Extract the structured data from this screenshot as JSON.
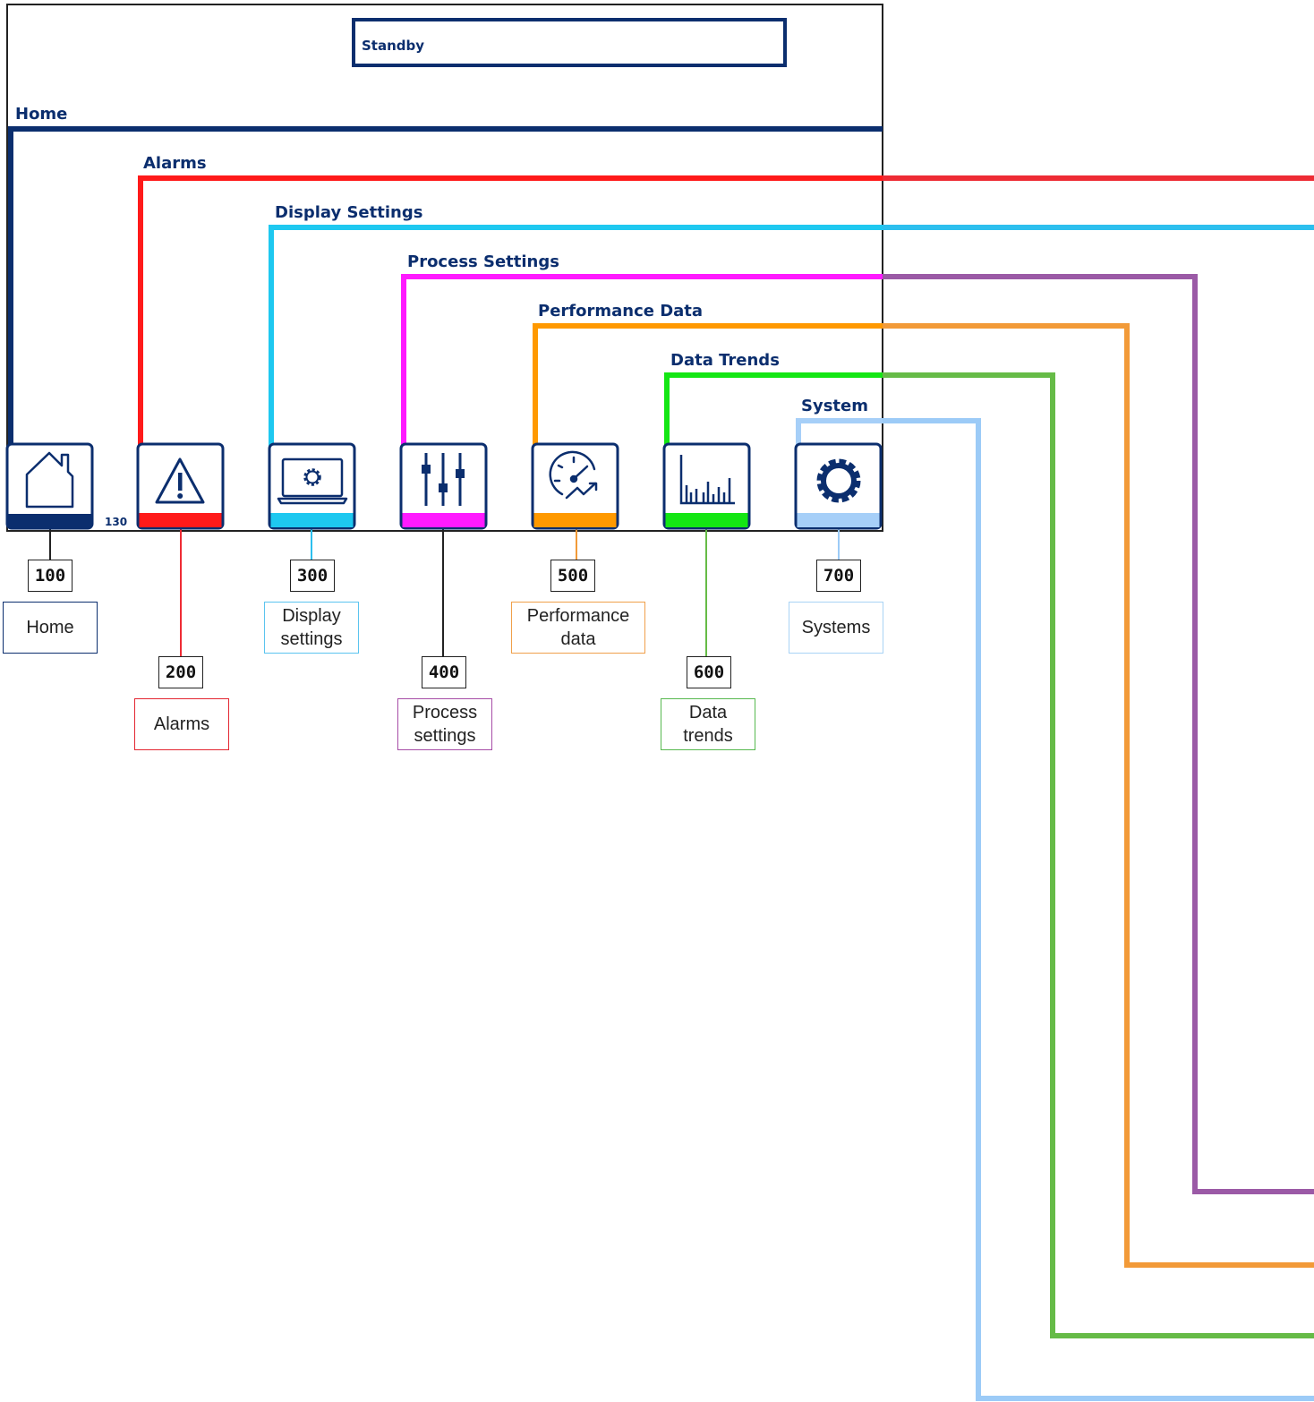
{
  "screen": {
    "status_text": "Standby",
    "ref_130": "130"
  },
  "menus": [
    {
      "key": "home",
      "bar_label": "Home",
      "number": "100",
      "name": "Home",
      "color": "#0b2e6e",
      "icon": "home-icon"
    },
    {
      "key": "alarms",
      "bar_label": "Alarms",
      "number": "200",
      "name": "Alarms",
      "color": "#ff1a1a",
      "icon": "warning-icon"
    },
    {
      "key": "display",
      "bar_label": "Display Settings",
      "number": "300",
      "name": "Display\nsettings",
      "color": "#1ec8f0",
      "icon": "monitor-gear-icon"
    },
    {
      "key": "process",
      "bar_label": "Process Settings",
      "number": "400",
      "name": "Process\nsettings",
      "color": "#ff1aff",
      "icon": "sliders-icon"
    },
    {
      "key": "performance",
      "bar_label": "Performance Data",
      "number": "500",
      "name": "Performance\ndata",
      "color": "#ff9900",
      "icon": "gauge-trend-icon"
    },
    {
      "key": "trends",
      "bar_label": "Data Trends",
      "number": "600",
      "name": "Data\ntrends",
      "color": "#14e614",
      "icon": "bar-chart-icon"
    },
    {
      "key": "system",
      "bar_label": "System",
      "number": "700",
      "name": "Systems",
      "color": "#a6cff8",
      "icon": "gear-icon"
    }
  ],
  "outer_route_colors": {
    "alarms": "#ee2b34",
    "display": "#2cbfee",
    "process": "#9b5aa6",
    "performance": "#f29a38",
    "trends": "#66bb47",
    "system": "#9ccbf7"
  },
  "box_border_colors": {
    "home": "#0b2e6e",
    "alarms": "#e32631",
    "display": "#5bc4ef",
    "process": "#a64da6",
    "performance": "#f0a04b",
    "trends": "#57b94f",
    "system": "#a9d3f5"
  }
}
